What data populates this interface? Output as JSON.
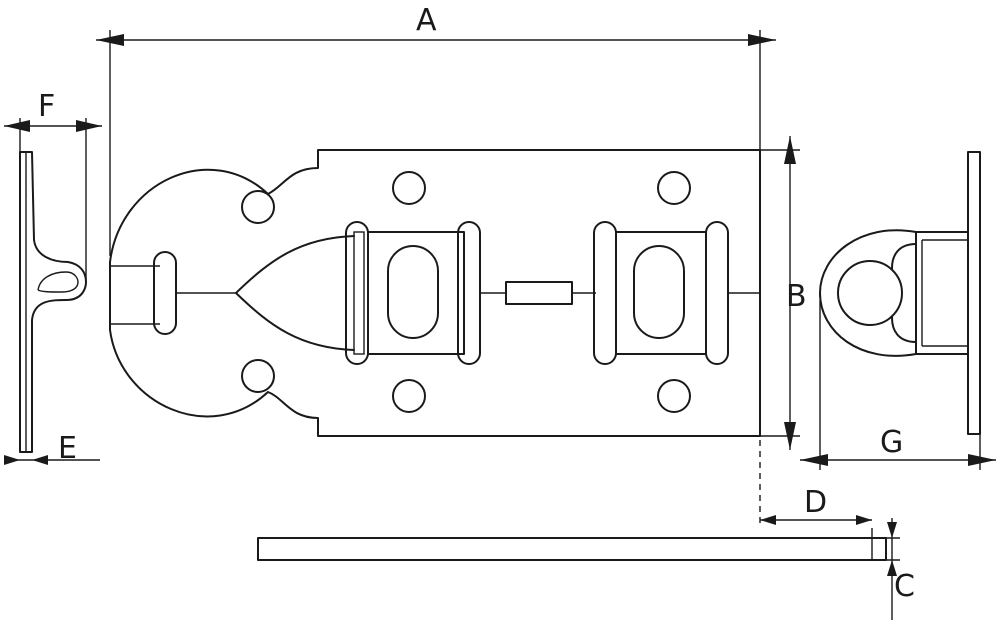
{
  "diagram": {
    "dimension_labels": {
      "a": "A",
      "b": "B",
      "c": "C",
      "d": "D",
      "e": "E",
      "f": "F",
      "g": "G"
    }
  }
}
